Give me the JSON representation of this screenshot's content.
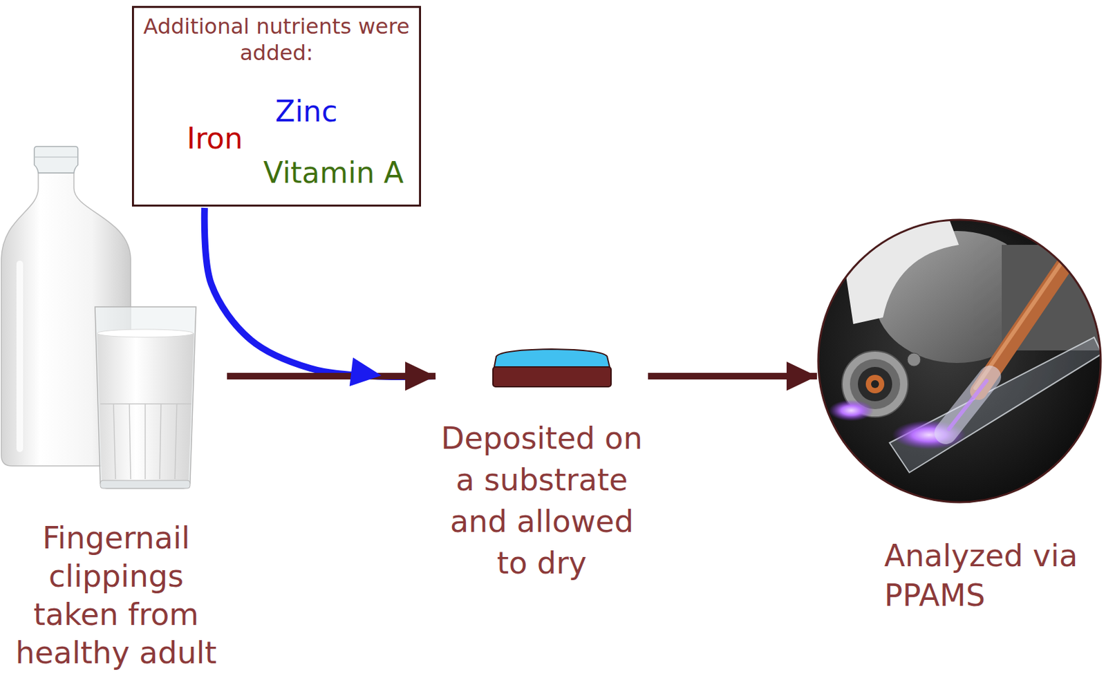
{
  "diagram": {
    "nodes": [
      {
        "text": [
          "Fingernail clippings taken from healthy adult"
        ]
      },
      {
        "text": [
          "Additional nutrients were added:",
          "Zinc",
          "Iron",
          "Vitamin A"
        ]
      },
      {
        "text": [
          "Deposited on a substrate and allowed to dry"
        ]
      },
      {
        "text": [
          "Analyzed via PPAMS"
        ]
      }
    ],
    "edges": [
      {
        "from": 0,
        "to": 2,
        "arrow": "to"
      },
      {
        "from": 1,
        "to": 2,
        "arrow": "to"
      },
      {
        "from": 2,
        "to": 3,
        "arrow": "to"
      }
    ]
  }
}
